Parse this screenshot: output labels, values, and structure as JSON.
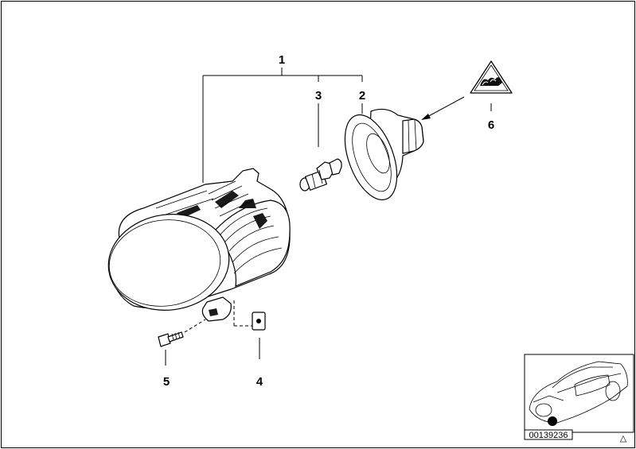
{
  "callouts": [
    "1",
    "2",
    "3",
    "4",
    "5",
    "6"
  ],
  "inset_ref": "00139236",
  "corner_mark": "△"
}
